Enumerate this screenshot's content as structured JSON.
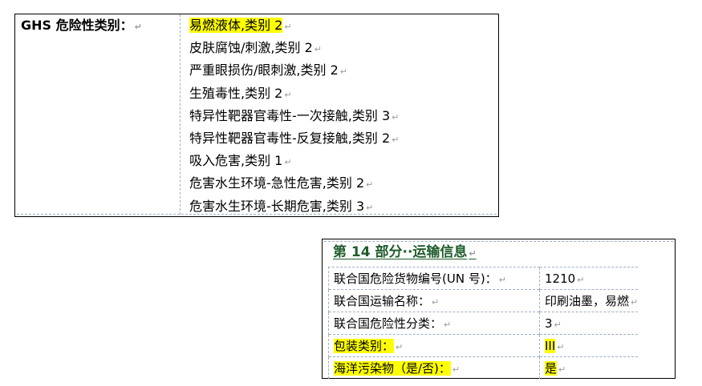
{
  "ghs": {
    "label": "GHS 危险性类别：",
    "items": [
      {
        "text": "易燃液体,类别 2",
        "highlight": true
      },
      {
        "text": "皮肤腐蚀/刺激,类别 2",
        "highlight": false
      },
      {
        "text": "严重眼损伤/眼刺激,类别 2",
        "highlight": false
      },
      {
        "text": "生殖毒性,类别 2",
        "highlight": false
      },
      {
        "text": "特异性靶器官毒性-一次接触,类别 3",
        "highlight": false
      },
      {
        "text": "特异性靶器官毒性-反复接触,类别 2",
        "highlight": false
      },
      {
        "text": "吸入危害,类别 1",
        "highlight": false
      },
      {
        "text": "危害水生环境-急性危害,类别 2",
        "highlight": false
      },
      {
        "text": "危害水生环境-长期危害,类别 3",
        "highlight": false
      }
    ]
  },
  "transport": {
    "title": "第 14 部分··运输信息",
    "rows": [
      {
        "key": "联合国危险货物编号(UN 号)：",
        "value": "1210",
        "highlight": false
      },
      {
        "key": "联合国运输名称：",
        "value": "印刷油墨，易燃",
        "highlight": false
      },
      {
        "key": "联合国危险性分类：",
        "value": "3",
        "highlight": false
      },
      {
        "key": "包装类别：",
        "value": "III",
        "highlight": true
      },
      {
        "key": "海洋污染物（是/否)：",
        "value": "是",
        "highlight": true
      }
    ]
  },
  "marks": {
    "paragraph": "↵"
  },
  "colors": {
    "highlight": "#ffff00",
    "title_green": "#1f5c2b",
    "dash_border": "#9fb0c8"
  }
}
